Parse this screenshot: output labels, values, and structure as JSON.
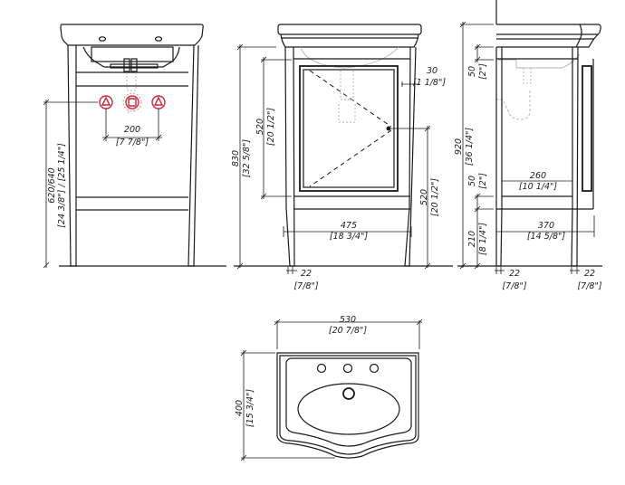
{
  "front_view": {
    "faucet_spacing": {
      "mm": "200",
      "in": "[7 7/8\"]"
    },
    "inlet_height": {
      "mm": "620/640",
      "in": "[24 3/8\"] / [25 1/4\"]"
    },
    "faucet_color": "#c8283c"
  },
  "door_view": {
    "total_height": {
      "mm": "830",
      "in": "[32 5/8\"]"
    },
    "door_height": {
      "mm": "520",
      "in": "[20 1/2\"]"
    },
    "knob_height": {
      "mm": "520",
      "in": "[20 1/2\"]"
    },
    "frame_width": {
      "mm": "30",
      "in": "[1 1/8\"]"
    },
    "leg_spacing": {
      "mm": "475",
      "in": "[18 3/4\"]"
    },
    "leg_width": {
      "mm": "22",
      "in": "[7/8\"]"
    }
  },
  "side_view": {
    "total_height": {
      "mm": "920",
      "in": "[36 1/4\"]"
    },
    "top_rail": {
      "mm": "50",
      "in": "[2\"]"
    },
    "bottom_rail": {
      "mm": "50",
      "in": "[2\"]"
    },
    "leg_height": {
      "mm": "210",
      "in": "[8 1/4\"]"
    },
    "inner_depth": {
      "mm": "260",
      "in": "[10 1/4\"]"
    },
    "outer_depth": {
      "mm": "370",
      "in": "[14 5/8\"]"
    },
    "leg_width_front": {
      "mm": "22",
      "in": "[7/8\"]"
    },
    "leg_width_back": {
      "mm": "22",
      "in": "[7/8\"]"
    }
  },
  "top_view": {
    "basin_width": {
      "mm": "530",
      "in": "[20 7/8\"]"
    },
    "basin_depth": {
      "mm": "400",
      "in": "[15 3/4\"]"
    }
  }
}
